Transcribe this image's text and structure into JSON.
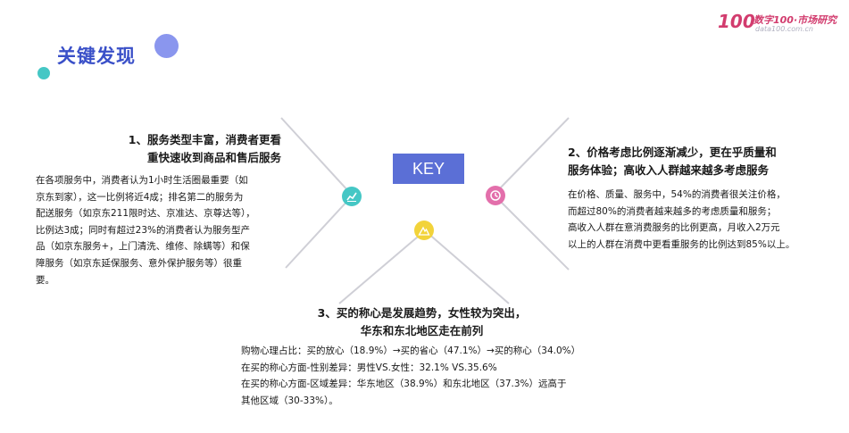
{
  "header": {
    "title": "关键发现",
    "logo": {
      "number": "100",
      "text": "数字100·市场研究",
      "subtext": "data100.com.cn"
    }
  },
  "key_label": "KEY",
  "colors": {
    "title": "#3a50c8",
    "key_box": "#5b6fd6",
    "lines": "#cfcfd6",
    "icon_left": "#45c7c5",
    "icon_right": "#e36fab",
    "icon_bottom": "#f2d33a",
    "logo": "#d23c6e"
  },
  "findings": [
    {
      "heading_lines": [
        "1、服务类型丰富，消费者更看",
        "重快速收到商品和售后服务"
      ],
      "body_lines": [
        "在各项服务中，消费者认为1小时生活圈最重要（如",
        "京东到家），这一比例将近4成；排名第二的服务为",
        "配送服务（如京东211限时达、京准达、京尊达等），",
        "比例达3成；同时有超过23%的消费者认为服务型产",
        "品（如京东服务+，上门清洗、维修、除螨等）和保",
        "障服务（如京东延保服务、意外保护服务等）很重",
        "要。"
      ],
      "icon": "chart-growth-icon"
    },
    {
      "heading_lines": [
        "2、价格考虑比例逐渐减少，更在乎质量和",
        "服务体验；高收入人群越来越多考虑服务"
      ],
      "body_lines": [
        "在价格、质量、服务中，54%的消费者很关注价格，",
        "而超过80%的消费者越来越多的考虑质量和服务；",
        "高收入人群在意消费服务的比例更高，月收入2万元",
        "以上的人群在消费中更看重服务的比例达到85%以上。"
      ],
      "icon": "clock-icon"
    },
    {
      "heading_lines": [
        "3、买的称心是发展趋势，女性较为突出，",
        "华东和东北地区走在前列"
      ],
      "body_lines": [
        "购物心理占比：买的放心（18.9%）→买的省心（47.1%）→买的称心（34.0%）",
        "在买的称心方面-性别差异：男性VS.女性：32.1% VS.35.6%",
        "在买的称心方面-区域差异：华东地区（38.9%）和东北地区（37.3%）远高于",
        "其他区域（30-33%）。"
      ],
      "icon": "mountain-icon"
    }
  ]
}
